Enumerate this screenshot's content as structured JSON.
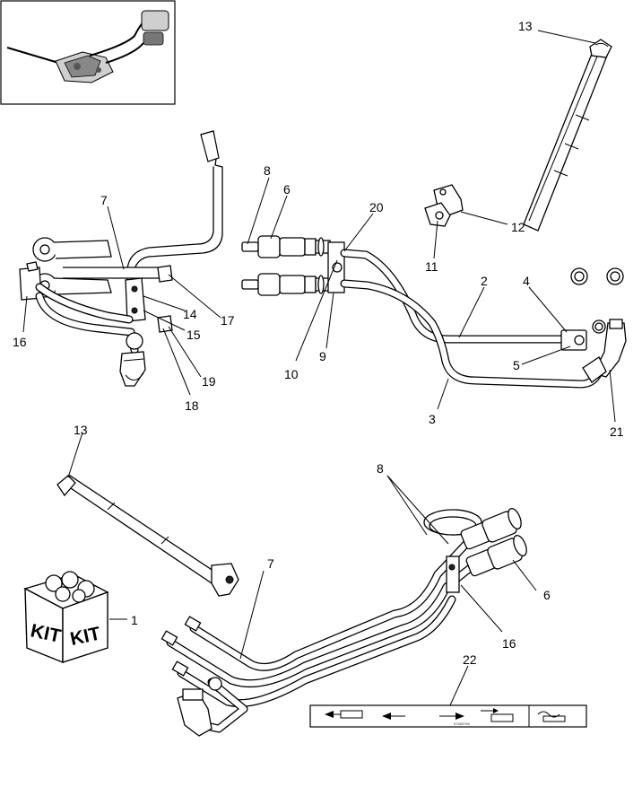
{
  "callouts": {
    "c13_top": "13",
    "c12": "12",
    "c11": "11",
    "c8_top": "8",
    "c6_top": "6",
    "c20": "20",
    "c7_top": "7",
    "c2": "2",
    "c4": "4",
    "c5": "5",
    "c17": "17",
    "c14": "14",
    "c15": "15",
    "c16_top": "16",
    "c19": "19",
    "c18": "18",
    "c9": "9",
    "c10": "10",
    "c3": "3",
    "c21": "21",
    "c13_bottom": "13",
    "c8_bottom": "8",
    "c7_bottom": "7",
    "c1": "1",
    "c6_bottom": "6",
    "c16_bottom": "16",
    "c22": "22"
  },
  "kit_box": {
    "left_label": "KIT",
    "right_label": "KIT"
  },
  "decal": {
    "small_code": "87685789"
  }
}
